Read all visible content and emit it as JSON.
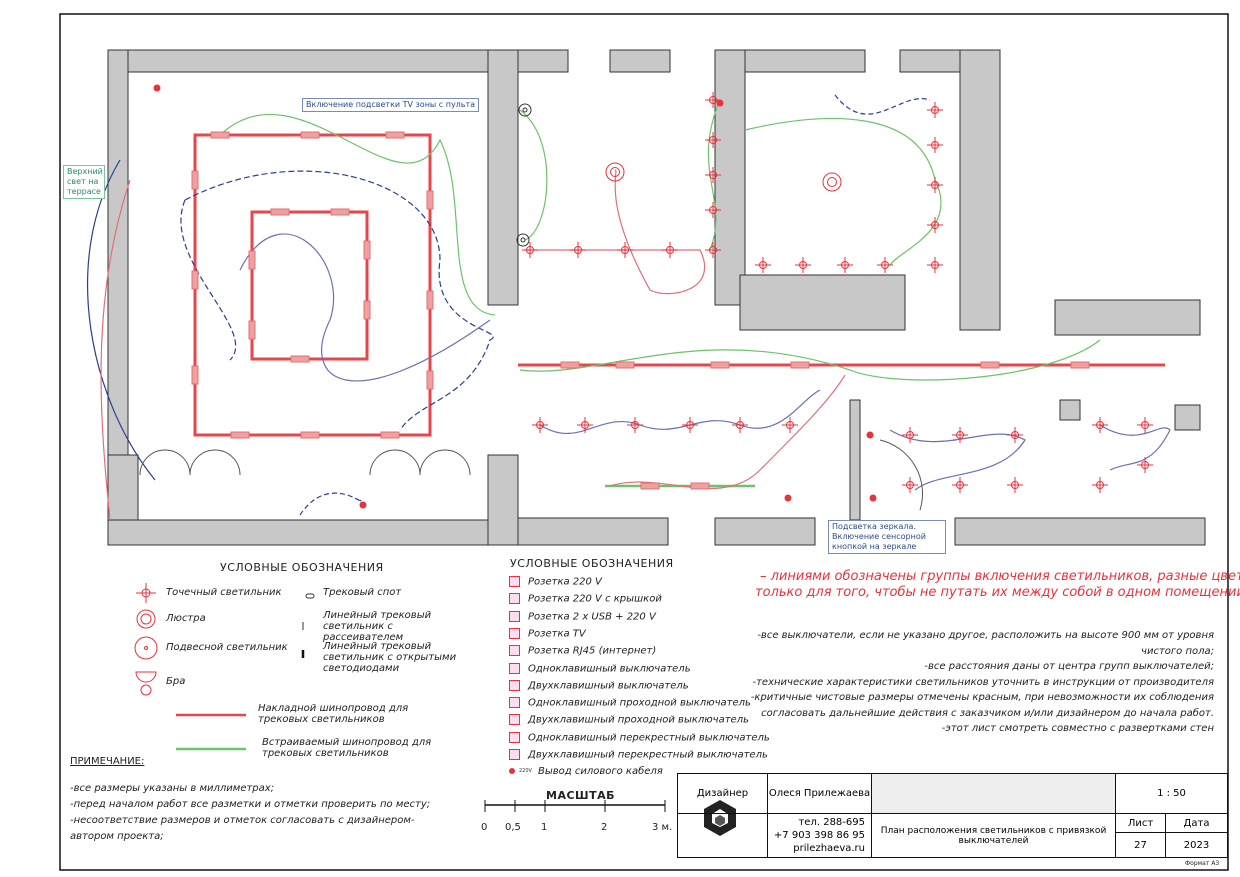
{
  "plan": {
    "callouts": {
      "tv_backlight": "Включение подсветки TV зоны с пульта",
      "terrace_light": "Верхний свет на террасе",
      "mirror_light": "Подсветка зеркала. Включение сенсорной кнопкой на зеркале"
    }
  },
  "legend_left": {
    "title": "УСЛОВНЫЕ ОБОЗНАЧЕНИЯ",
    "items": [
      {
        "label": "Точечный светильник",
        "icon": "spot-light-icon"
      },
      {
        "label": "Люстра",
        "icon": "chandelier-icon"
      },
      {
        "label": "Подвесной светильник",
        "icon": "pendant-light-icon"
      },
      {
        "label": "Бра",
        "icon": "sconce-icon"
      },
      {
        "label": "Трековый спот",
        "icon": "track-spot-icon"
      },
      {
        "label": "Линейный трековый светильник с рассеивателем",
        "icon": "linear-diffuser-icon"
      },
      {
        "label": "Линейный трековый светильник с открытыми светодиодами",
        "icon": "linear-led-icon"
      }
    ],
    "rails": [
      {
        "label": "Накладной шинопровод для трековых светильников",
        "color": "#e8464c"
      },
      {
        "label": "Встраиваемый шинопровод для трековых светильников",
        "color": "#6cc36a"
      }
    ]
  },
  "notes": {
    "title": "ПРИМЕЧАНИЕ:",
    "items": [
      "-все размеры указаны в миллиметрах;",
      "-перед началом работ все разметки и отметки проверить по месту;",
      "-несоответствие размеров и отметок согласовать с дизайнером-автором проекта;"
    ]
  },
  "scale_bar": {
    "title": "МАСШТАБ",
    "ticks": [
      "0",
      "0,5",
      "1",
      "2",
      "3 м."
    ]
  },
  "legend_right": {
    "title": "УСЛОВНЫЕ ОБОЗНАЧЕНИЯ",
    "items": [
      "Розетка  220 V",
      "Розетка  220 V с крышкой",
      "Розетка  2 x USB + 220 V",
      "Розетка  TV",
      "Розетка  RJ45 (интернет)",
      "Одноклавишный выключатель",
      "Двухклавишный выключатель",
      "Одноклавишный проходной выключатель",
      "Двухклавишный проходной выключатель",
      "Одноклавишный перекрестный выключатель",
      "Двухклавишный перекрестный выключатель",
      "Вывод силового кабеля"
    ],
    "cable_voltage": "220V"
  },
  "red_note": [
    "– линиями обозначены группы включения светильников, разные цвета",
    "только для того, чтобы не путать их между собой в одном помещении"
  ],
  "instructions": [
    "-все выключатели, если не указано другое, расположить на высоте 900 мм от уровня",
    "чистого пола;",
    "-все расстояния даны от центра групп выключателей;",
    "-технические характеристики светильников уточнить в инструкции от производителя",
    "-критичные чистовые размеры отмечены красным, при невозможности их соблюдения",
    "согласовать дальнейшие действия с заказчиком и/или дизайнером до начала работ.",
    "-этот лист смотреть совместно с развертками стен"
  ],
  "title_block": {
    "role": "Дизайнер",
    "name": "Олеся Прилежаева",
    "phone1": "тел. 288-695",
    "phone2": "+7 903 398 86 95",
    "site": "prilezhaeva.ru",
    "sheet_title": "План расположения светильников с привязкой выключателей",
    "scale": "1 : 50",
    "sheet_label": "Лист",
    "sheet_no": "27",
    "date_label": "Дата",
    "date": "2023",
    "format": "Формат А3"
  },
  "colors": {
    "accent": "#e8323c",
    "rail_surface": "#e8464c",
    "rail_builtin": "#6cc36a",
    "wall": "#c8c8c8",
    "wire_blue": "#2b3f8f"
  }
}
